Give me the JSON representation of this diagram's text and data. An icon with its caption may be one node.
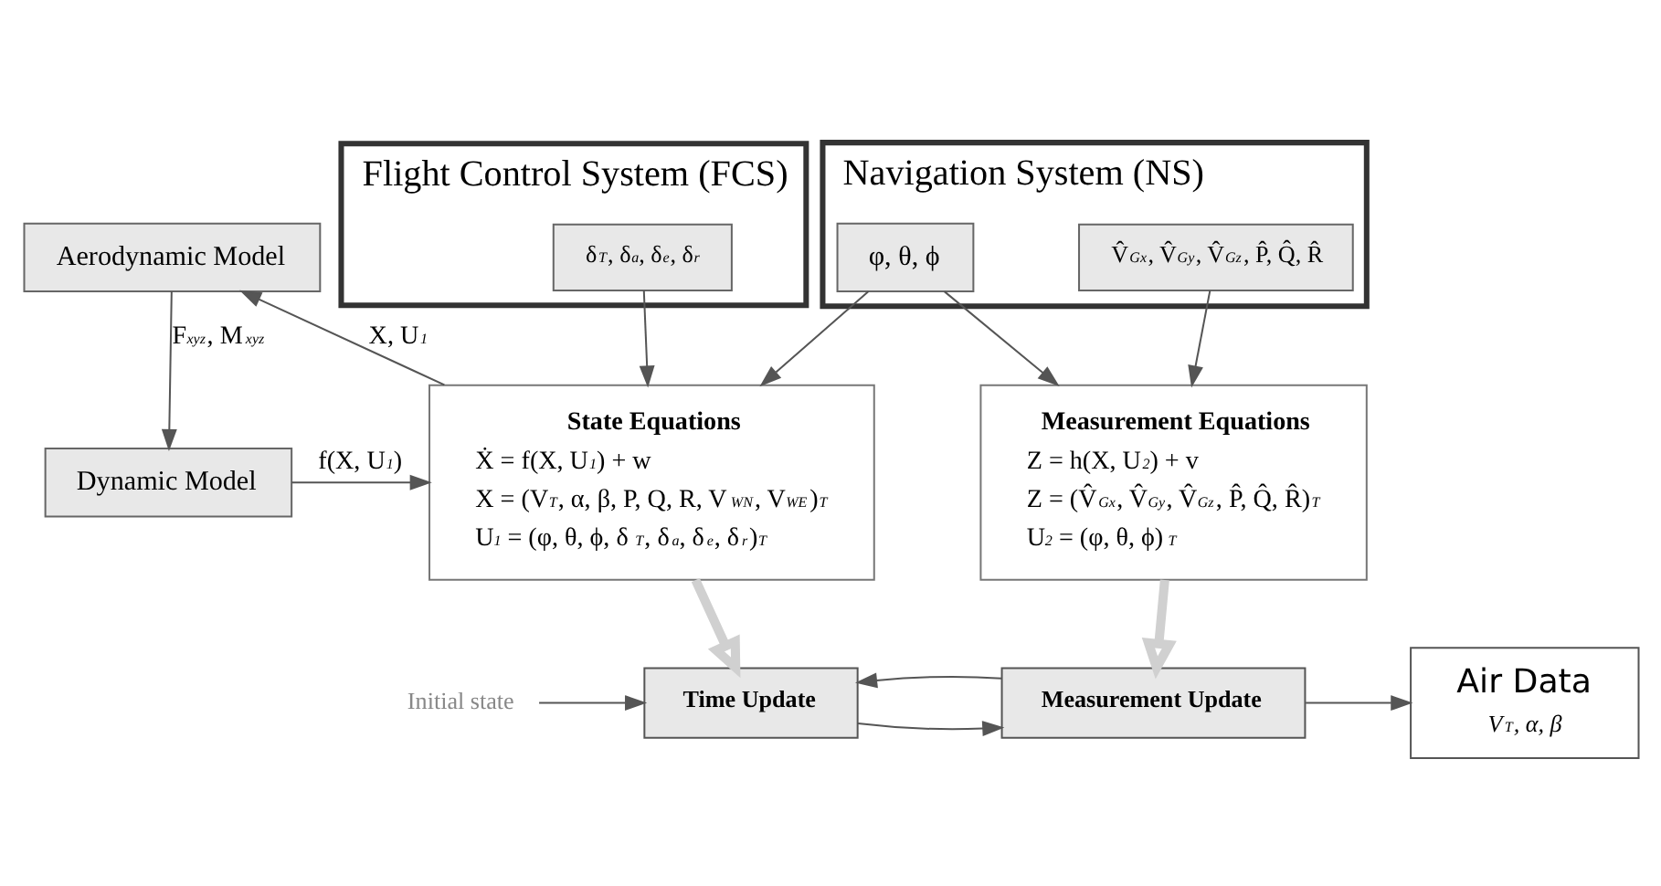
{
  "diagram": {
    "nodes": [
      {
        "text": [
          "Flight Control System (FCS)"
        ]
      },
      {
        "text": [
          "δ$_{T}$, δ$_{a}$, δ$_{e}$, δ$_{r}$"
        ],
        "in": 0
      },
      {
        "text": [
          "Navigation System (NS)"
        ]
      },
      {
        "text": [
          "φ, θ, ϕ"
        ],
        "in": 2
      },
      {
        "text": [
          "V̂$_{Gx}$, V̂$_{Gy}$, V̂$_{Gz}$, P̂, Q̂, R̂"
        ],
        "in": 2
      },
      {
        "text": [
          "Aerodynamic Model"
        ]
      },
      {
        "text": [
          "Dynamic Model"
        ]
      },
      {
        "text": [
          "State Equations",
          "Ẋ = f(X, U$_{1}$) + w",
          "X = (V$_{T}$, α, β, P, Q, R, V$_{WN}$, V$_{WE}$)$^{T}$",
          "U$_{1}$ = (φ, θ, ϕ, δ$_{T}$, δ$_{a}$, δ$_{e}$, δ$_{r}$)$^{T}$"
        ]
      },
      {
        "text": [
          "Measurement Equations",
          "Z = h(X, U$_{2}$) + v",
          "Z = (V̂$_{Gx}$, V̂$_{Gy}$, V̂$_{Gz}$, P̂, Q̂, R̂)$^{T}$",
          "U$_{2}$ = (φ, θ, ϕ)$^{T}$"
        ]
      },
      {
        "text": [
          "Initial state"
        ]
      },
      {
        "text": [
          "Time Update"
        ]
      },
      {
        "text": [
          "Measurement Update"
        ]
      },
      {
        "text": [
          "Air Data",
          "V$_{T}$, α, β"
        ]
      }
    ],
    "edges": [
      {
        "from": 1,
        "to": 7,
        "arrow": "to"
      },
      {
        "from": 3,
        "to": 7,
        "arrow": "to"
      },
      {
        "from": 3,
        "to": 8,
        "arrow": "to"
      },
      {
        "from": 4,
        "to": 8,
        "arrow": "to"
      },
      {
        "from": 7,
        "to": 5,
        "arrow": "to",
        "label": "X, U$_{1}$"
      },
      {
        "from": 5,
        "to": 6,
        "arrow": "to",
        "label": "F$_{xyz}$, M$_{xyz}$"
      },
      {
        "from": 6,
        "to": 7,
        "arrow": "to",
        "label": "f(X, U$_{1}$)"
      },
      {
        "from": 7,
        "to": 10,
        "arrow": "to",
        "style": "thick",
        "color": "#d0d0d0"
      },
      {
        "from": 8,
        "to": 11,
        "arrow": "to",
        "style": "thick",
        "color": "#d0d0d0"
      },
      {
        "from": 9,
        "to": 10,
        "arrow": "to"
      },
      {
        "from": 10,
        "to": 11,
        "arrow": "to"
      },
      {
        "from": 11,
        "to": 12,
        "arrow": "to"
      },
      {
        "from": 11,
        "to": 10,
        "arrow": "to"
      }
    ]
  }
}
